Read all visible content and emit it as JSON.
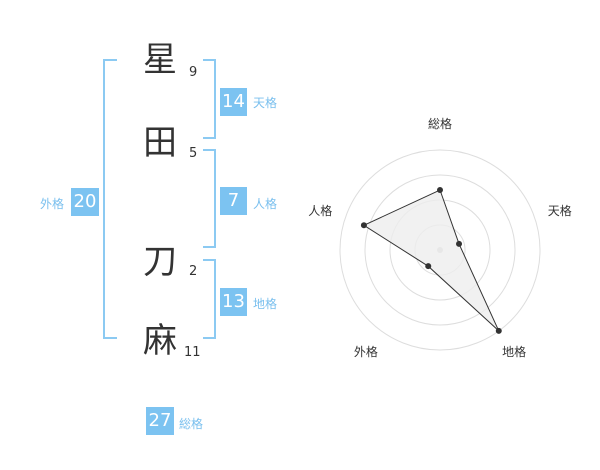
{
  "name": [
    {
      "char": "星",
      "strokes": "9"
    },
    {
      "char": "田",
      "strokes": "5"
    },
    {
      "char": "刀",
      "strokes": "2"
    },
    {
      "char": "麻",
      "strokes": "11"
    }
  ],
  "kaku": {
    "tenkaku": {
      "value": "14",
      "label": "天格"
    },
    "jinkaku": {
      "value": "7",
      "label": "人格"
    },
    "chikaku": {
      "value": "13",
      "label": "地格"
    },
    "gaikaku": {
      "value": "20",
      "label": "外格"
    },
    "soukaku": {
      "value": "27",
      "label": "総格"
    }
  },
  "chart_data": {
    "type": "radar",
    "axes": [
      "総格",
      "天格",
      "地格",
      "外格",
      "人格"
    ],
    "values": [
      0.6,
      0.2,
      1.0,
      0.2,
      0.8
    ],
    "range": [
      0,
      1
    ],
    "rings": 4,
    "colors": {
      "fill": "#eeeeee",
      "line": "#333333",
      "grid": "#dddddd",
      "point": "#333333",
      "center": "#cccccc"
    }
  },
  "colors": {
    "accent": "#7cc3f1",
    "bracket": "#8ccaf2"
  }
}
